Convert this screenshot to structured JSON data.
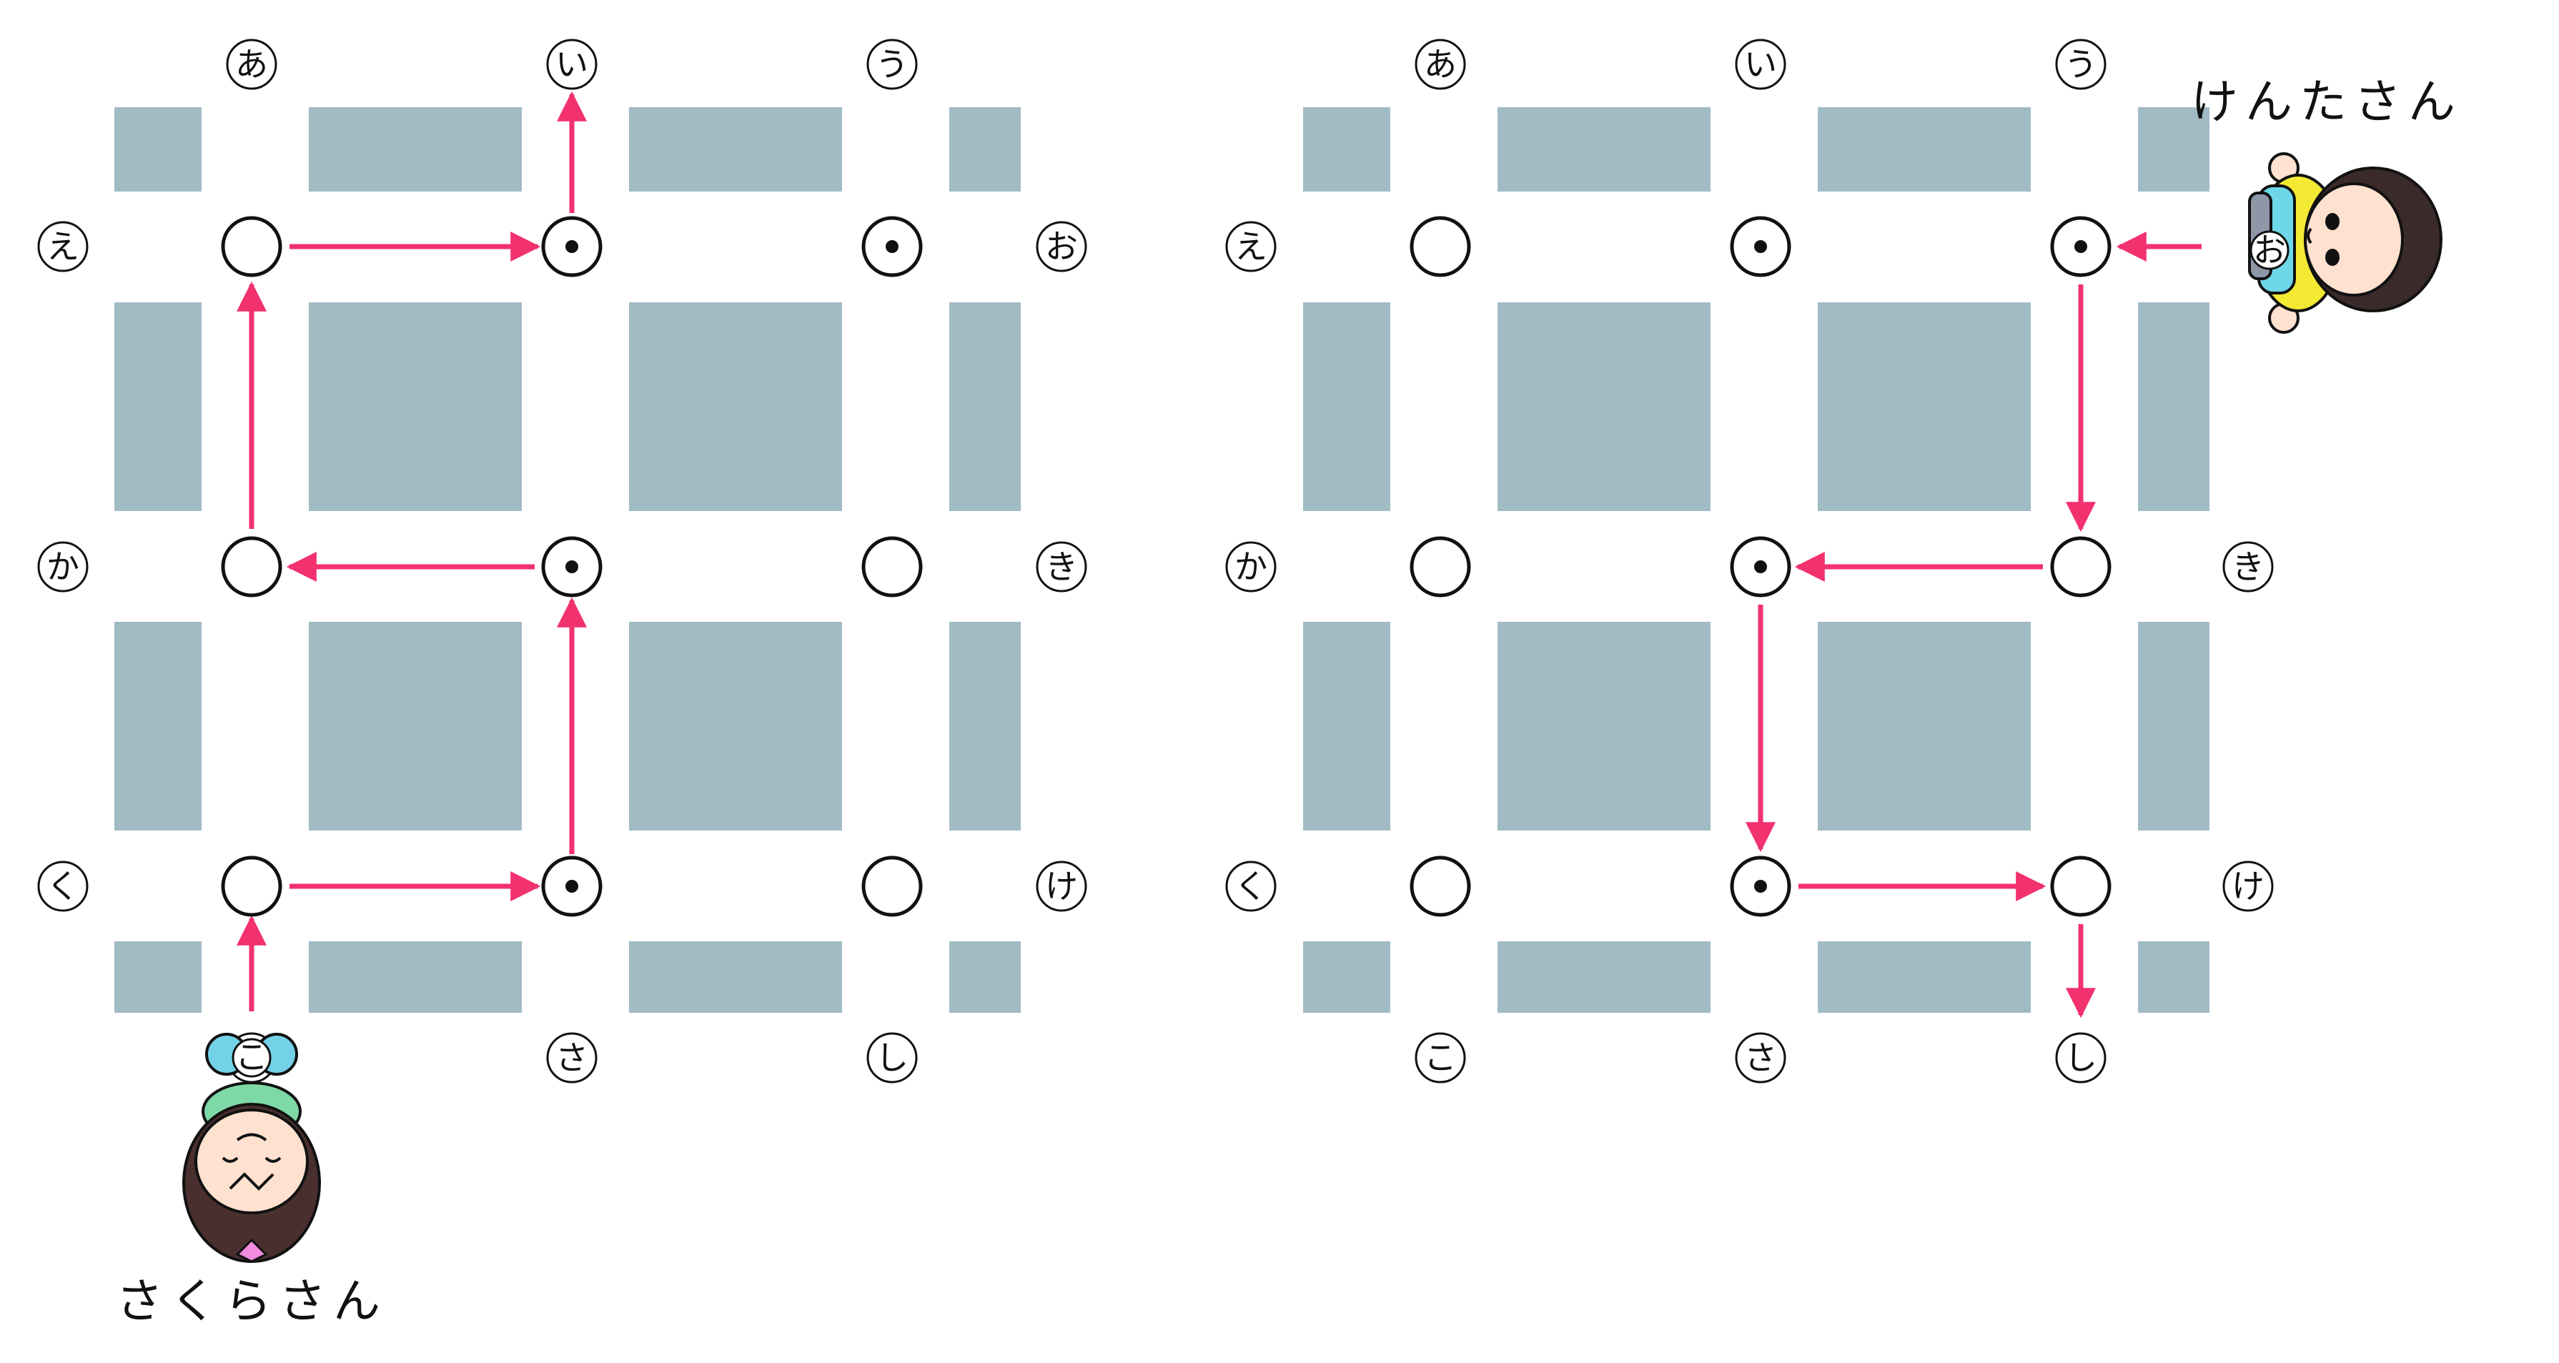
{
  "colors": {
    "block": "#a1bbc5",
    "road": "#ffffff",
    "route": "#f2316f",
    "ink": "#111111"
  },
  "maps": [
    {
      "id": "left",
      "labels": {
        "top": [
          "あ",
          "い",
          "う"
        ],
        "left": [
          "え",
          "か",
          "く"
        ],
        "right": [
          "お",
          "き",
          "け"
        ],
        "bottom": [
          "こ",
          "さ",
          "し"
        ]
      },
      "intersections": [
        [
          "empty",
          "dot",
          "dot"
        ],
        [
          "empty",
          "dot",
          "empty"
        ],
        [
          "empty",
          "dot",
          "empty"
        ]
      ],
      "route_note": "こ → く列 → え → い方向 / か ← い列 → く列"
    },
    {
      "id": "right",
      "labels": {
        "top": [
          "あ",
          "い",
          "う"
        ],
        "left": [
          "え",
          "か",
          "く"
        ],
        "right": [
          "お",
          "き",
          "け"
        ],
        "bottom": [
          "こ",
          "さ",
          "し"
        ]
      },
      "intersections": [
        [
          "empty",
          "dot",
          "dot"
        ],
        [
          "empty",
          "dot",
          "empty"
        ],
        [
          "empty",
          "dot",
          "empty"
        ]
      ]
    }
  ],
  "characters": {
    "sakura": {
      "name": "さくらさん",
      "icon": "girl-character-icon"
    },
    "kenta": {
      "name": "けんたさん",
      "icon": "boy-character-icon"
    }
  }
}
